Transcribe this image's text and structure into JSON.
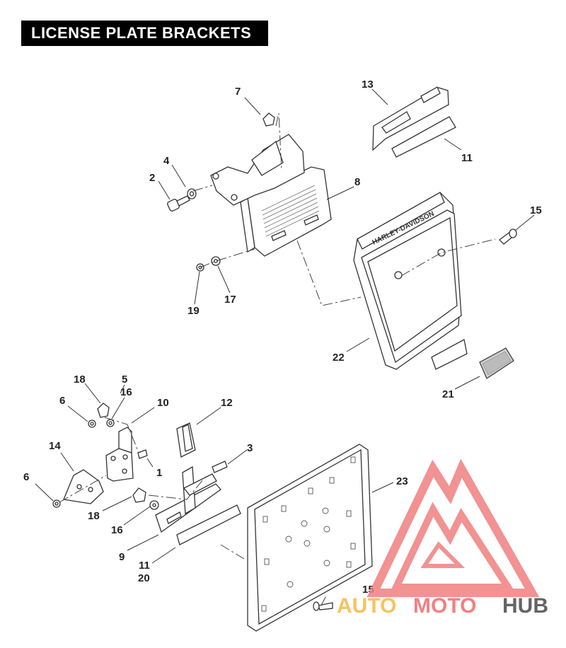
{
  "title": "LICENSE PLATE BRACKETS",
  "callouts": {
    "c1": "1",
    "c2": "2",
    "c3": "3",
    "c4": "4",
    "c5": "5",
    "c6a": "6",
    "c6b": "6",
    "c7": "7",
    "c8": "8",
    "c9": "9",
    "c10": "10",
    "c11a": "11",
    "c11b": "11",
    "c12": "12",
    "c13": "13",
    "c14": "14",
    "c15a": "15",
    "c15b": "15",
    "c16a": "16",
    "c16b": "16",
    "c17": "17",
    "c18a": "18",
    "c18b": "18",
    "c19": "19",
    "c20": "20",
    "c21": "21",
    "c22": "22",
    "c23": "23"
  },
  "frame_brand": "HARLEY-DAVIDSON",
  "watermark": {
    "text_auto": "AUTO",
    "text_moto": "MOTO",
    "text_hub": "HUB",
    "colors": {
      "auto": "#f5b942",
      "moto": "#f26b6b",
      "hub": "#4a4a4a",
      "logo": "#f08080"
    }
  }
}
